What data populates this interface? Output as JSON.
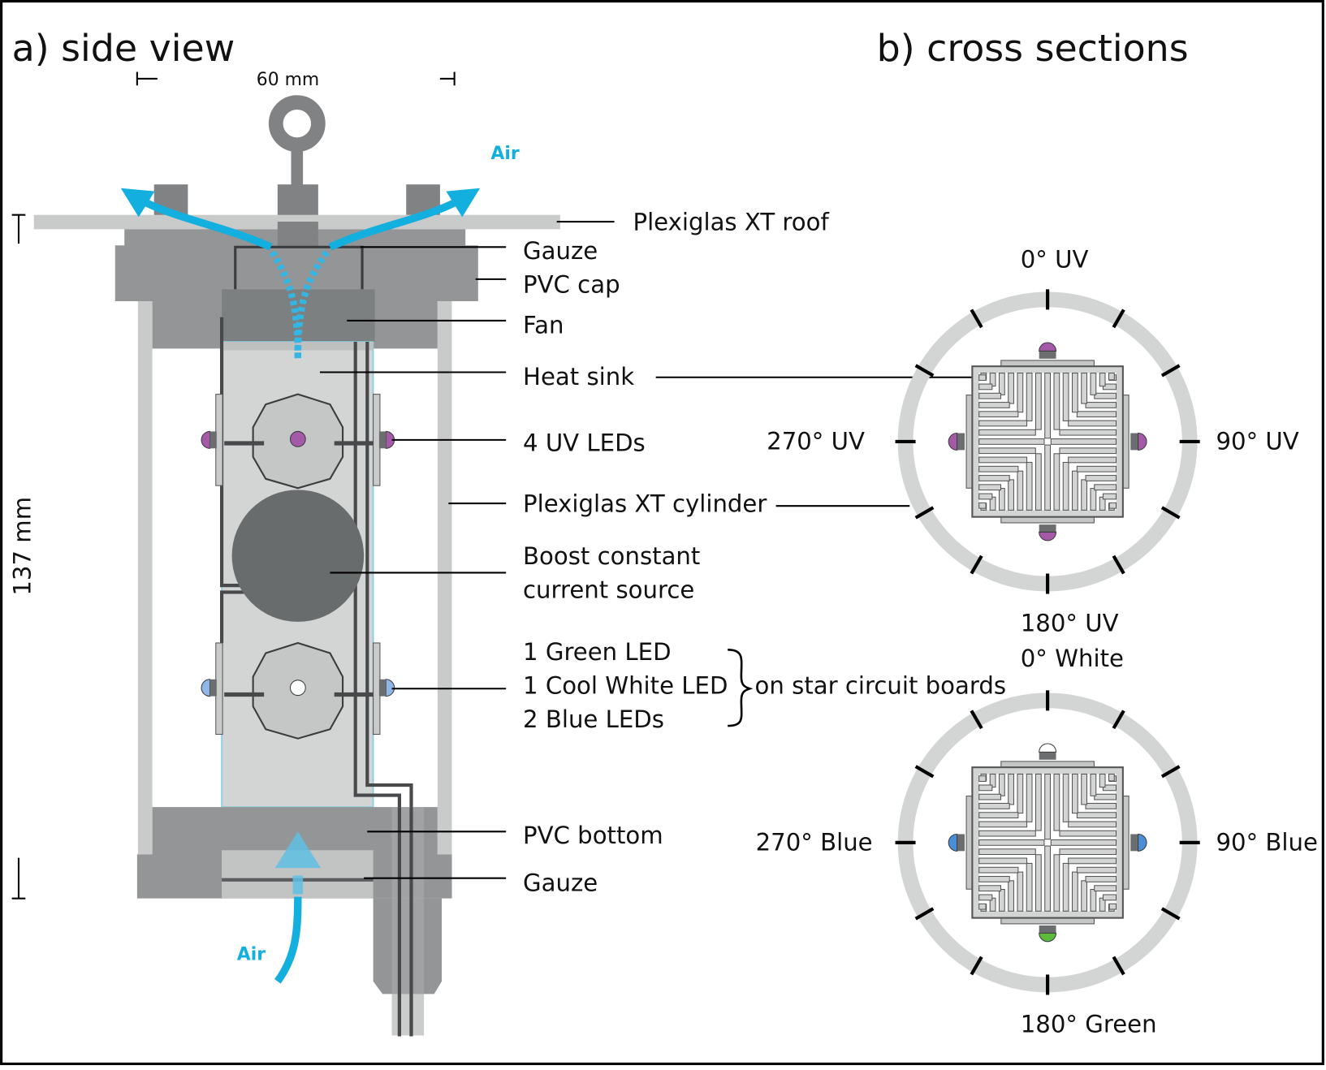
{
  "panels": {
    "side_view": {
      "title": "a) side view",
      "width_dimension": "60 mm",
      "height_dimension": "137 mm",
      "air_label_top": "Air",
      "air_label_bottom": "Air",
      "labels": [
        "Plexiglas XT roof",
        "Gauze",
        "PVC cap",
        "Fan",
        "Heat sink",
        "4 UV LEDs",
        "Plexiglas XT cylinder",
        "Boost constant",
        "current source",
        "1 Green LED",
        "1 Cool White LED",
        "2 Blue LEDs",
        "on star circuit boards",
        "PVC bottom",
        "Gauze"
      ]
    },
    "cross_sections": {
      "title": "b) cross sections",
      "uv_section": {
        "top": "0° UV",
        "right": "90° UV",
        "bottom": "180° UV",
        "left": "270° UV",
        "led_colors": {
          "top": "#a55aa8",
          "right": "#a55aa8",
          "bottom": "#a55aa8",
          "left": "#a55aa8"
        }
      },
      "mixed_section": {
        "top": "0° White",
        "right": "90° Blue",
        "bottom": "180° Green",
        "left": "270° Blue",
        "led_colors": {
          "top": "#ffffff",
          "right": "#4a8fd6",
          "bottom": "#5cbb3c",
          "left": "#4a8fd6"
        }
      }
    }
  },
  "colors": {
    "air": "#12afdf",
    "uv_led": "#a55aa8",
    "blue_led": "#4a8fd6",
    "green_led": "#5cbb3c",
    "white_led": "#ffffff"
  }
}
